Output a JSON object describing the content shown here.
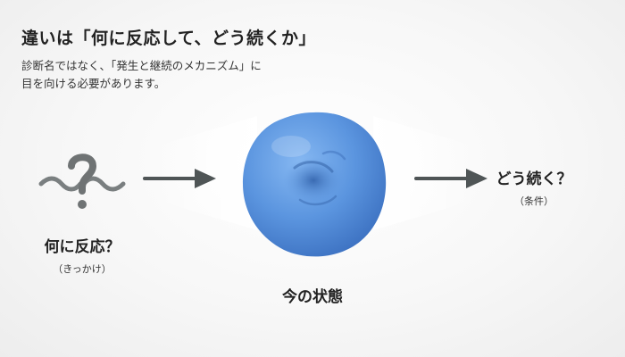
{
  "header": {
    "title": "違いは「何に反応して、どう続くか」",
    "subtitle_line1": "診断名ではなく、「発生と継続のメカニズム」に",
    "subtitle_line2": "目を向ける必要があります。"
  },
  "diagram": {
    "left": {
      "label": "何に反応？",
      "sub": "（きっかけ）",
      "icon": "question-mark-icon"
    },
    "center": {
      "label": "今の状態",
      "shape_color": "#5b95df",
      "icon": "blue-blob"
    },
    "right": {
      "label": "どう続く？",
      "sub": "（条件）"
    },
    "arrow_color": "#4f5556"
  }
}
